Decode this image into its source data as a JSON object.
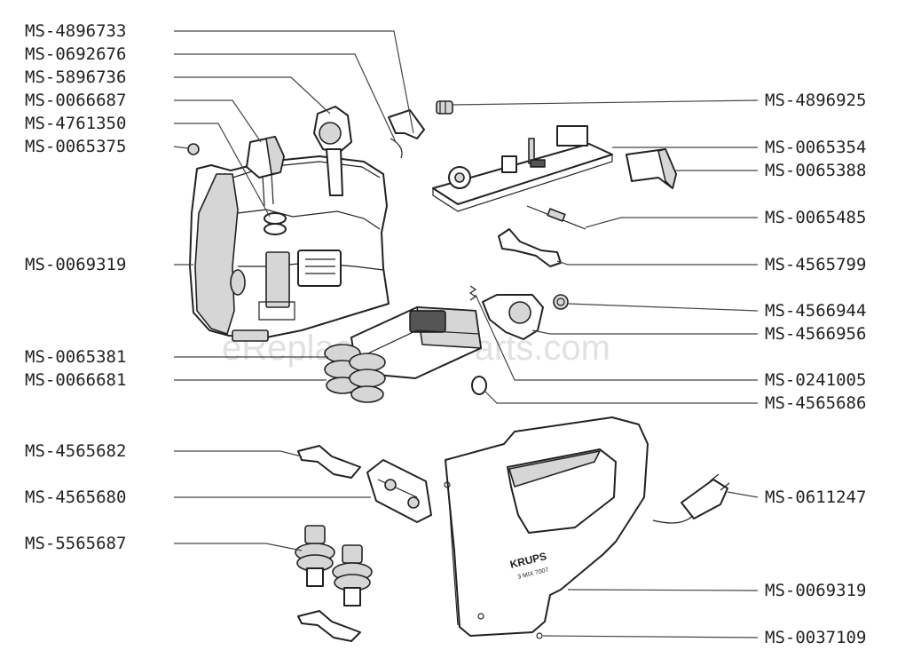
{
  "brand": {
    "name": "KRUPS",
    "model": "3 MIX 7007"
  },
  "watermark": "eReplacementParts.com",
  "parts": [
    {
      "id": "MS-4896733"
    },
    {
      "id": "MS-0692676"
    },
    {
      "id": "MS-5896736"
    },
    {
      "id": "MS-0066687"
    },
    {
      "id": "MS-4761350"
    },
    {
      "id": "MS-0065375"
    },
    {
      "id": "MS-0069319"
    },
    {
      "id": "MS-0065381"
    },
    {
      "id": "MS-0066681"
    },
    {
      "id": "MS-4565682"
    },
    {
      "id": "MS-4565680"
    },
    {
      "id": "MS-5565687"
    },
    {
      "id": "MS-4896925"
    },
    {
      "id": "MS-0065354"
    },
    {
      "id": "MS-0065388"
    },
    {
      "id": "MS-0065485"
    },
    {
      "id": "MS-4565799"
    },
    {
      "id": "MS-4566944"
    },
    {
      "id": "MS-4566956"
    },
    {
      "id": "MS-0241005"
    },
    {
      "id": "MS-4565686"
    },
    {
      "id": "MS-0611247"
    },
    {
      "id": "MS-0069319"
    },
    {
      "id": "MS-0037109"
    }
  ]
}
